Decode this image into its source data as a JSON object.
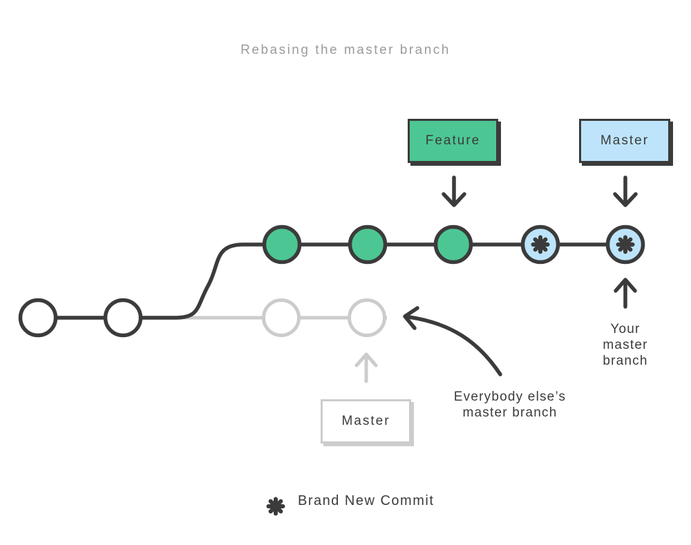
{
  "title": "Rebasing the master branch",
  "branch_labels": {
    "feature": "Feature",
    "master_new": "Master",
    "master_old": "Master"
  },
  "annotations": {
    "your_master": {
      "lines": [
        "Your",
        "master",
        "branch"
      ]
    },
    "everybody_else": {
      "lines": [
        "Everybody else’s",
        "master branch"
      ]
    }
  },
  "legend": {
    "icon": "new-commit-asterisk-icon",
    "label": "Brand New Commit"
  },
  "colors": {
    "ink": "#3b3b3b",
    "green": "#4cc793",
    "blue": "#bde4fa",
    "gray": "#cccccc",
    "muted": "#9b9b9b"
  }
}
